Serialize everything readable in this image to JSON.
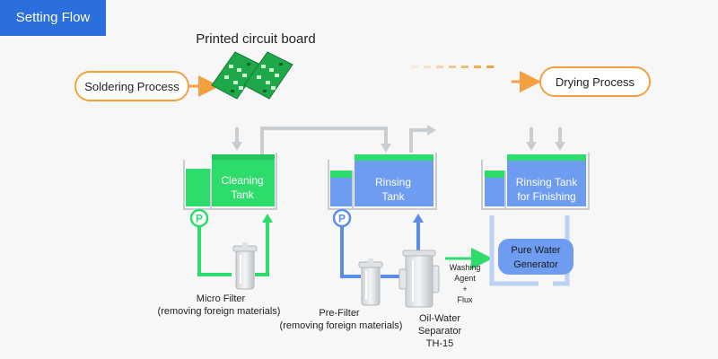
{
  "header": {
    "title": "Setting Flow"
  },
  "labels": {
    "pcb": "Printed circuit board",
    "soldering": "Soldering Process",
    "drying": "Drying Process",
    "cleaning_tank": [
      "Cleaning",
      "Tank"
    ],
    "rinsing_tank": [
      "Rinsing",
      "Tank"
    ],
    "finishing_tank": [
      "Rinsing Tank",
      "for Finishing"
    ],
    "pure_water": [
      "Pure Water",
      "Generator"
    ],
    "micro_filter": [
      "Micro Filter",
      "(removing foreign materials)"
    ],
    "pre_filter": [
      "Pre-Filter",
      "(removing foreign materials)"
    ],
    "separator": [
      "Oil-Water",
      "Separator",
      "TH-15"
    ],
    "washing": [
      "Washing",
      "Agent",
      "+",
      "Flux"
    ],
    "pump": "P"
  },
  "colors": {
    "accent_blue": "#2a6fdb",
    "process_orange": "#f5a040",
    "cleaning_green": "#2edc6b",
    "rinse_blue": "#6d9cf0",
    "pipe_gray": "#c8cdd2",
    "pcb_green": "#1ea84a"
  }
}
